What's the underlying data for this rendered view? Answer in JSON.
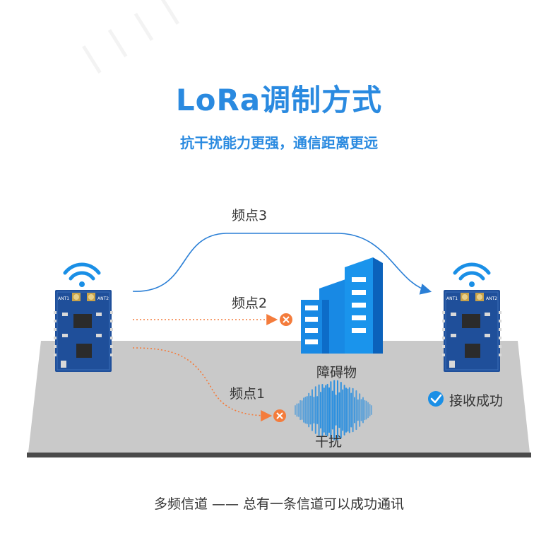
{
  "title": "LoRa调制方式",
  "subtitle": "抗干扰能力更强，通信距离更远",
  "channels": {
    "ch3": "频点3",
    "ch2": "频点2",
    "ch1": "频点1"
  },
  "labels": {
    "obstacle": "障碍物",
    "interference": "干扰",
    "success": "接收成功"
  },
  "module": {
    "ant1": "ANT1",
    "ant2": "ANT2"
  },
  "footer": "多频信道 —— 总有一条信道可以成功通讯",
  "colors": {
    "accent": "#2a8ae0",
    "orange": "#f47c3c",
    "pcb": "#1f4f9a",
    "floor": "#c9c9c9"
  }
}
